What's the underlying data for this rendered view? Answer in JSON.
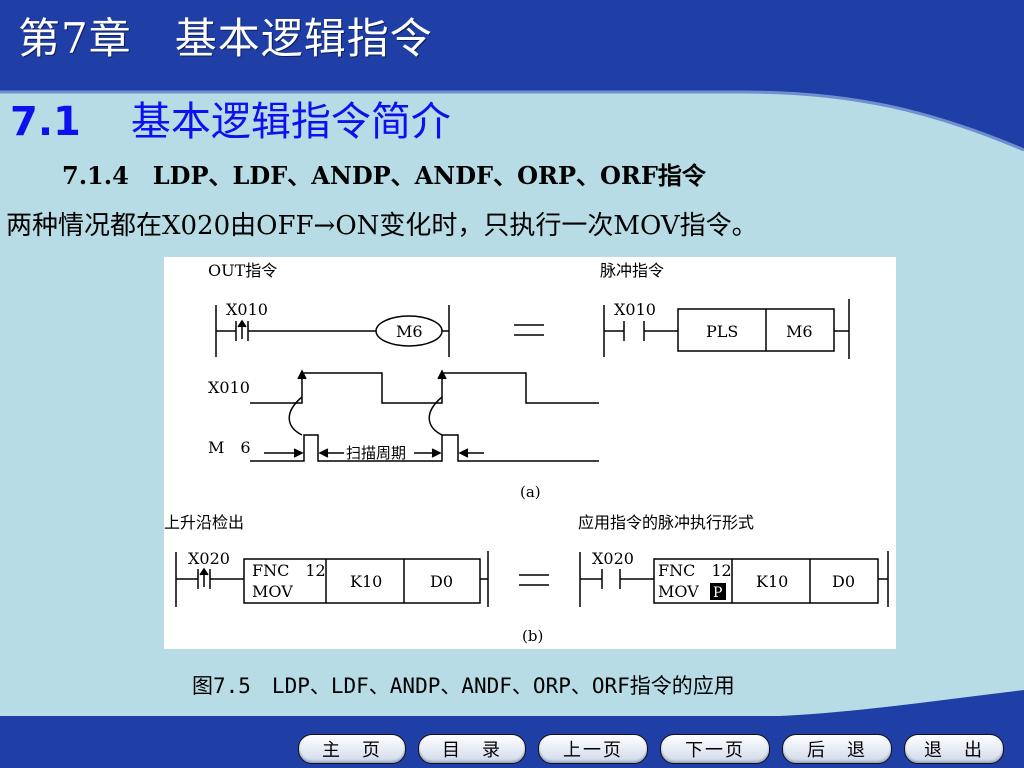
{
  "header": {
    "chapter_title": "第7章　基本逻辑指令"
  },
  "section": {
    "number": "7.1",
    "title": "基本逻辑指令简介"
  },
  "subsection": {
    "title": "7.1.4　LDP、LDF、ANDP、ANDF、ORP、ORF指令"
  },
  "body": {
    "text": "两种情况都在X020由OFF→ON变化时，只执行一次MOV指令。"
  },
  "figure": {
    "a": {
      "left_title": "OUT指令",
      "right_title": "脉冲指令",
      "contact_left": "X010",
      "contact_right": "X010",
      "coil": "M6",
      "pls_label": "PLS",
      "pls_operand": "M6",
      "equals": "=",
      "timing_signal1": "X010",
      "timing_signal2": "M　6",
      "scan_period": "扫描周期",
      "label": "(a)"
    },
    "b": {
      "left_title": "上升沿检出",
      "right_title": "应用指令的脉冲执行形式",
      "contact_left": "X020",
      "contact_right": "X020",
      "fnc_left_line1": "FNC　12",
      "fnc_left_line2": "MOV",
      "fnc_right_line1": "FNC　12",
      "fnc_right_line2": "MOV",
      "p_badge": "P",
      "k_left": "K10",
      "d_left": "D0",
      "k_right": "K10",
      "d_right": "D0",
      "equals": "=",
      "label": "(b)"
    }
  },
  "caption": {
    "text": "图7.5　LDP、LDF、ANDP、ANDF、ORP、ORF指令的应用"
  },
  "nav": {
    "home": "主　页",
    "contents": "目　录",
    "prev": "上一页",
    "next": "下一页",
    "back": "后　退",
    "exit": "退　出"
  },
  "colors": {
    "background_blue": "#1f3fa6",
    "content_panel": "#b7dce6",
    "section_blue": "#1010ee"
  }
}
